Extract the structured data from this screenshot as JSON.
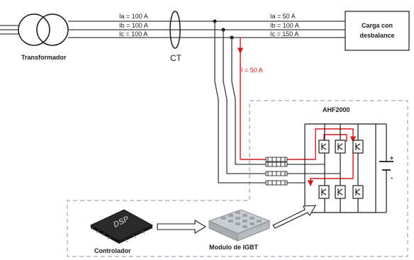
{
  "labels": {
    "transformer": "Transformador",
    "ct": "CT",
    "load": [
      "Carga con",
      "desbalance"
    ],
    "ahf": "AHF2000",
    "controller": "Controlador",
    "igbt_module": "Modulo de IGBT",
    "dsp_chip": "DSP",
    "current_injected": "I = 50 A",
    "plus": "+",
    "minus": "-"
  },
  "source_currents": [
    "Ia = 100 A",
    "Ib = 100 A",
    "Ic = 100 A"
  ],
  "load_currents": [
    "Ia = 50 A",
    "Ib = 100 A",
    "Ic = 150 A"
  ],
  "colors": {
    "line": "#3a3a3a",
    "highlight": "#d01818",
    "dashed_box": "#9aa6bd"
  }
}
